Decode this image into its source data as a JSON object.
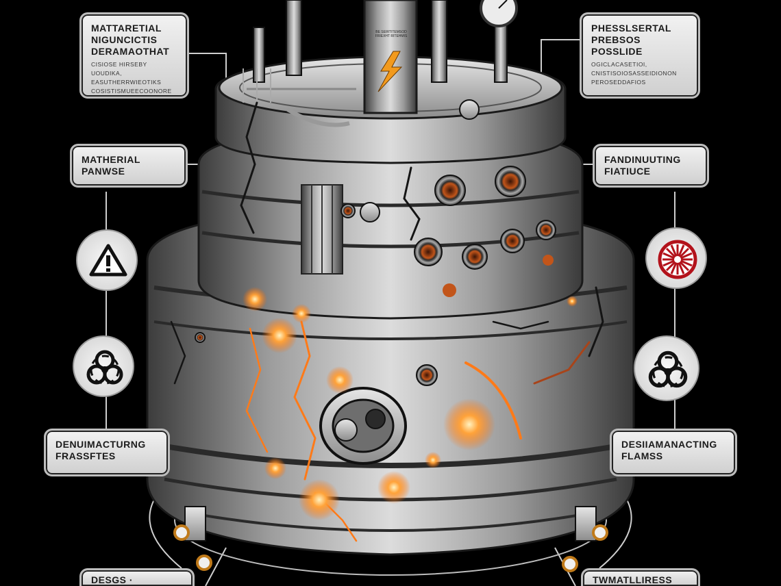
{
  "callouts": {
    "top_left": {
      "title_lines": [
        "MATTARETIAL",
        "NIGUNCICTIS",
        "DERAMAOTHAT"
      ],
      "sub_lines": [
        "CISIOSE HIRSEBY UOUDIKA,",
        "EASUTHERRWIEOTIKS",
        "COSISTISMUEECOONORE"
      ]
    },
    "top_right": {
      "title_lines": [
        "PHESSLSERTAL",
        "PREBSOS",
        "POSSLIDE"
      ],
      "sub_lines": [
        "OGICLACASETIOI,",
        "CNISTISOIOSASSEIDIONON",
        "PEROSEDDAFIOS"
      ]
    },
    "mid_left": {
      "title_lines": [
        "MATHERIAL",
        "PANWSE"
      ]
    },
    "mid_right": {
      "title_lines": [
        "FANDINUUTING",
        "FIATIUCE"
      ]
    },
    "low_left": {
      "title_lines": [
        "DENUIMACTURNG",
        "FRASSFTES"
      ]
    },
    "low_right": {
      "title_lines": [
        "DESIIAMANACTING",
        "FLAMSS"
      ]
    },
    "bottom_left": {
      "title_lines": [
        "DESGS · LGWITION"
      ]
    },
    "bottom_right": {
      "title_lines": [
        "TWMATLLIRESS"
      ]
    }
  },
  "vessel_label": {
    "lines": [
      "BE SEIRTITEMSOD",
      "FRIEXHT RITEHMIS"
    ]
  },
  "icons": [
    "warning-icon",
    "biohazard-icon",
    "radiation-icon",
    "biohazard-icon"
  ],
  "colors": {
    "background": "#000000",
    "metal_light": "#d9d9d9",
    "metal_dark": "#5a5a5a",
    "crack_glow": "#ff8a1f",
    "rust": "#a8441a",
    "warning_red": "#b3121b"
  }
}
